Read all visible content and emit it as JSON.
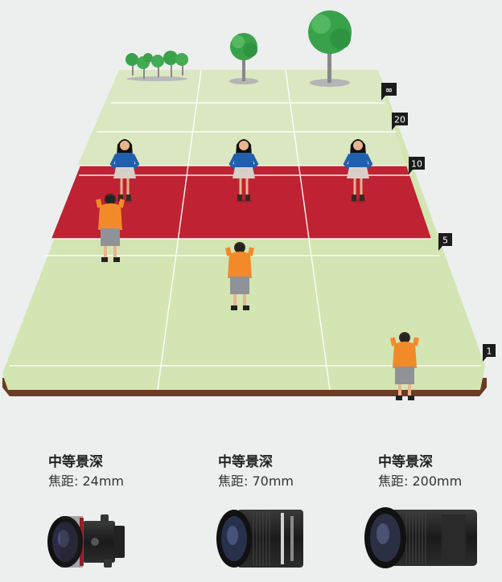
{
  "distance_markers": [
    "∞",
    "20",
    "10",
    "5",
    "1"
  ],
  "colors": {
    "ground": "#d3e5b2",
    "ground_far": "#dfeac9",
    "depth_band": "#bf2232",
    "edge": "#6d3b23",
    "background": "#ecefee"
  },
  "lenses": [
    {
      "title": "中等景深",
      "focal": "焦距: 24mm",
      "icon": "tilt-shift-wide-lens-icon"
    },
    {
      "title": "中等景深",
      "focal": "焦距: 70mm",
      "icon": "standard-zoom-lens-icon"
    },
    {
      "title": "中等景深",
      "focal": "焦距: 200mm",
      "icon": "telephoto-zoom-lens-icon"
    }
  ]
}
